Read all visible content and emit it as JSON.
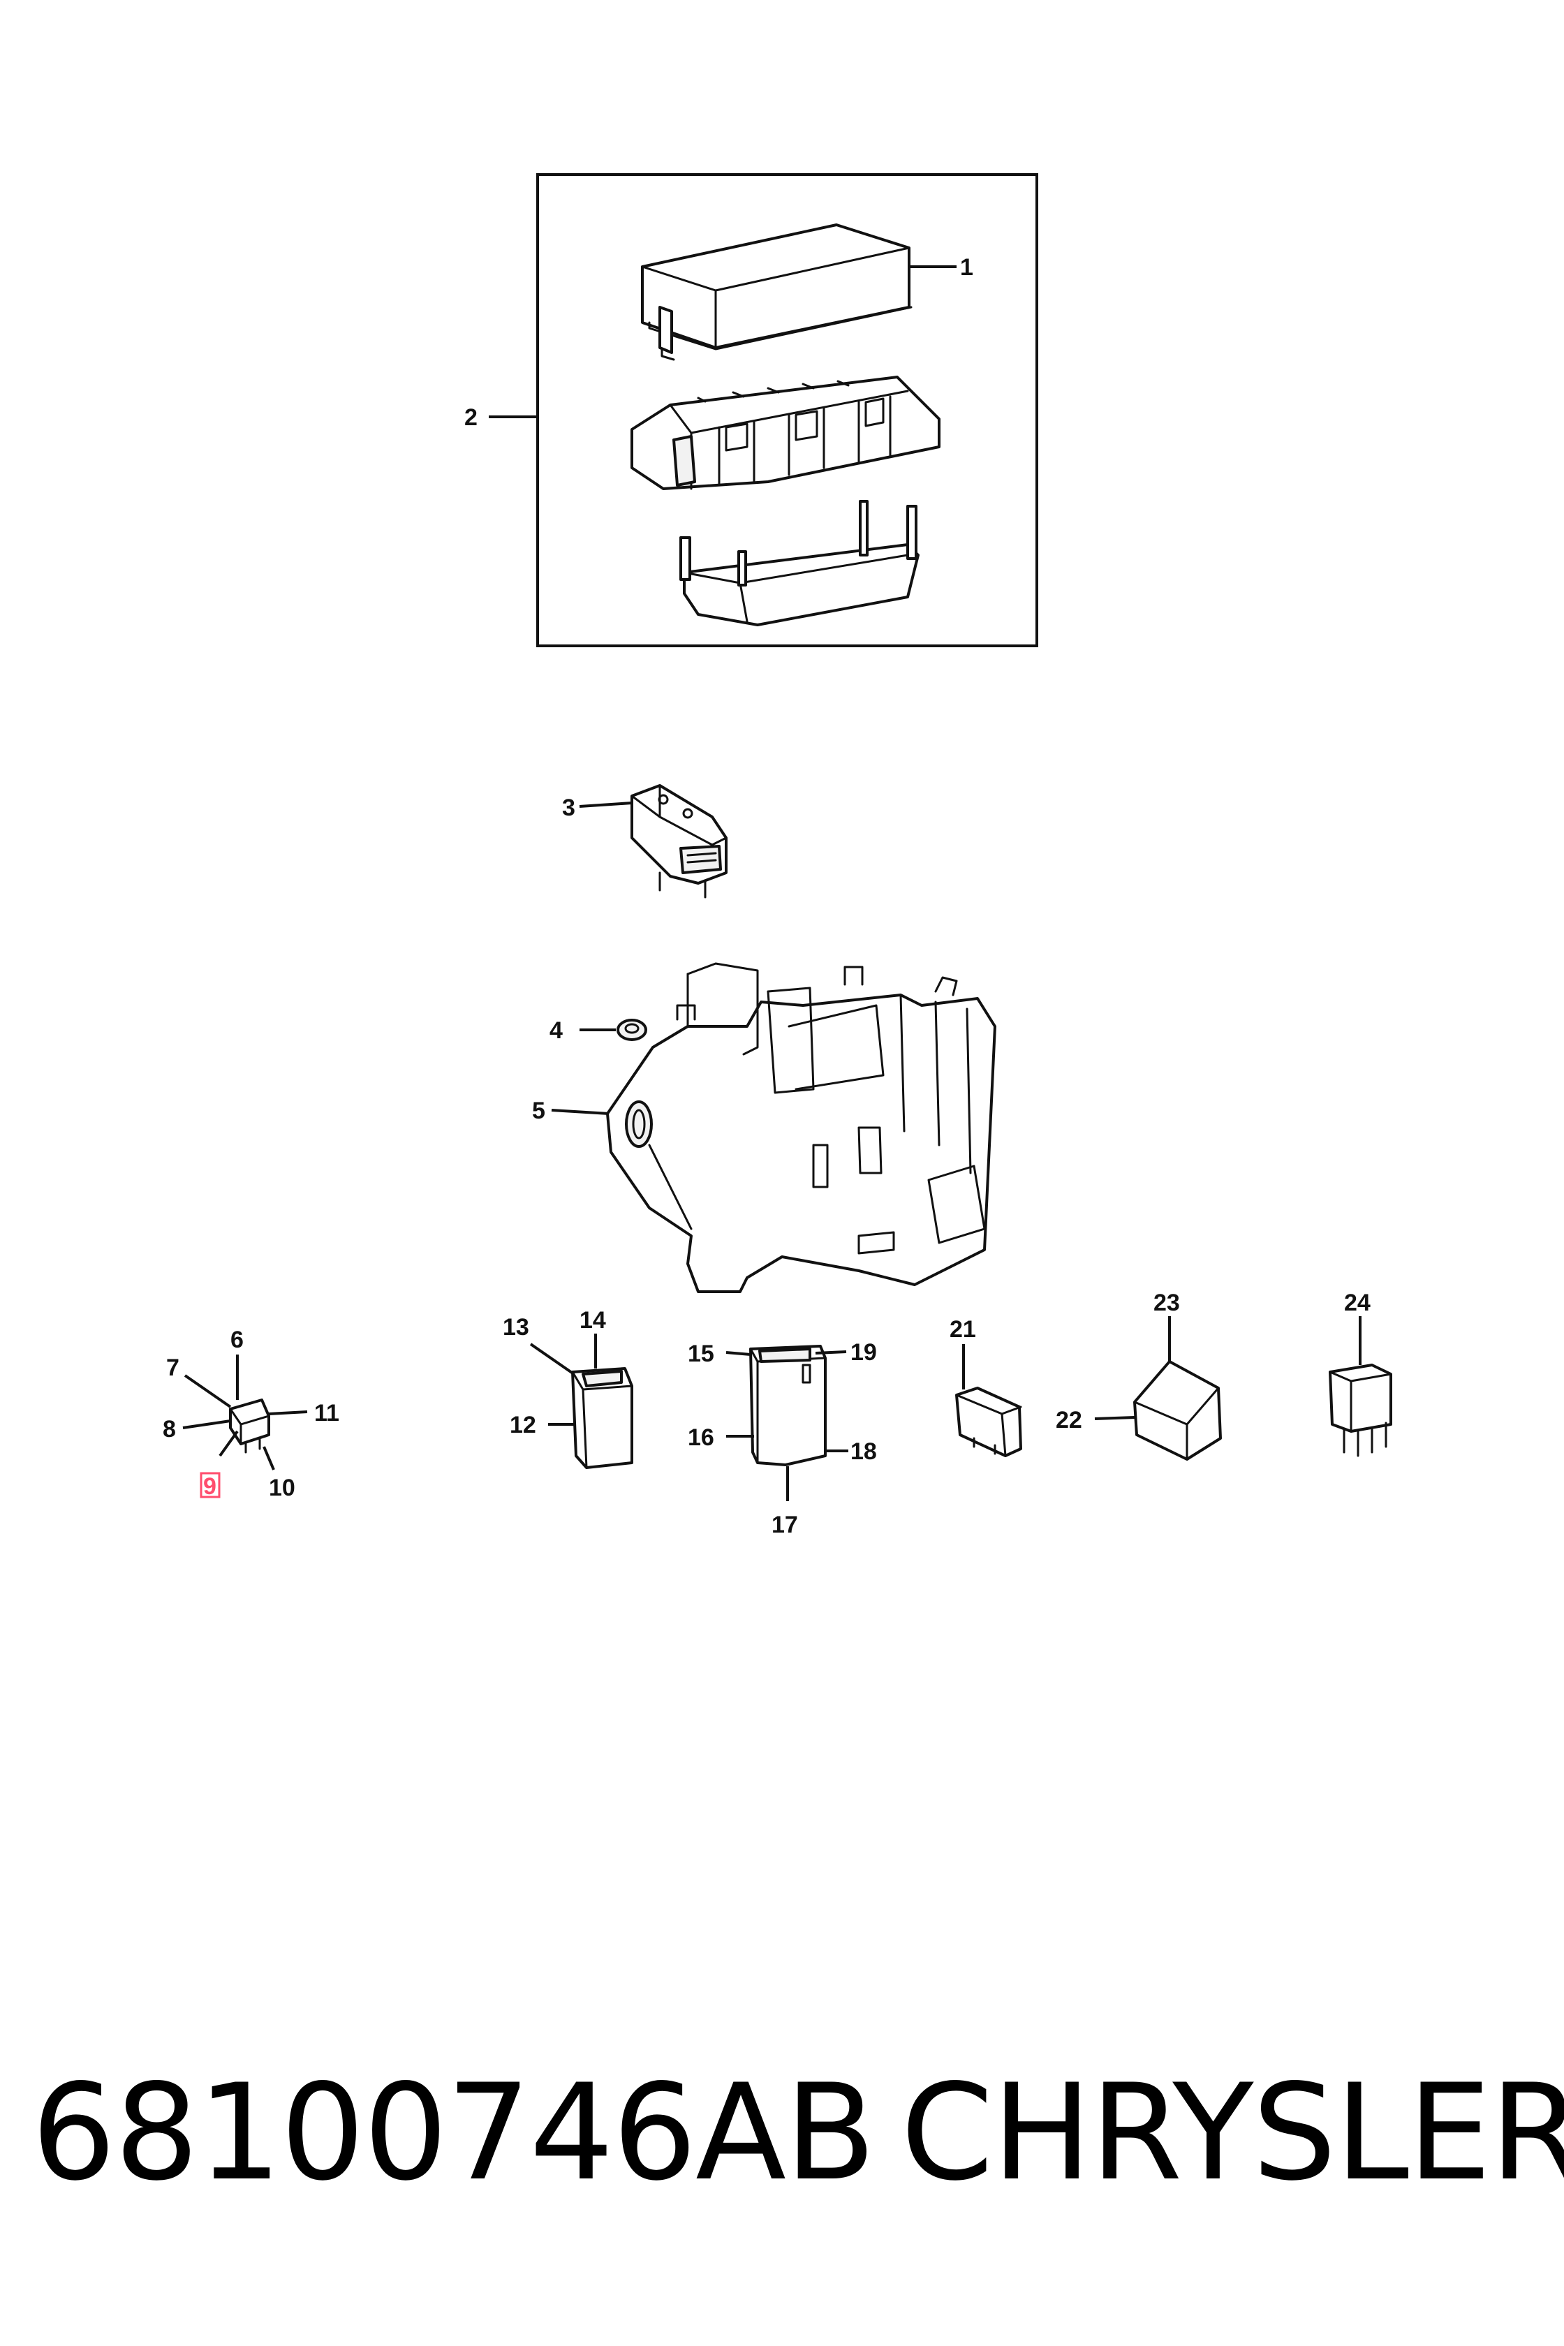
{
  "footer": {
    "part_number": "68100746AB",
    "brand": "CHRYSLER"
  },
  "callouts": [
    "1",
    "2",
    "3",
    "4",
    "5",
    "6",
    "7",
    "8",
    "9",
    "10",
    "11",
    "12",
    "13",
    "14",
    "15",
    "16",
    "17",
    "18",
    "19",
    "21",
    "22",
    "23",
    "24"
  ],
  "highlighted_callout": "9",
  "colors": {
    "line": "#111111",
    "highlight": "#ff4d6d",
    "background": "#ffffff"
  }
}
